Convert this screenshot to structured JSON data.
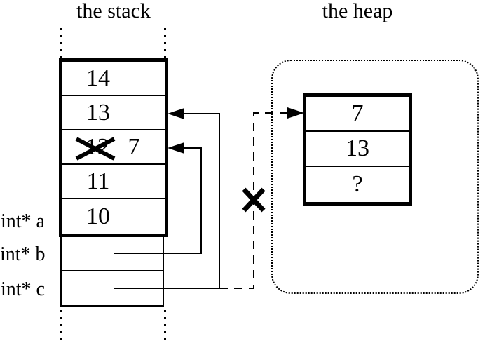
{
  "diagram": {
    "stack": {
      "title": "the stack",
      "cells": [
        "14",
        "13",
        "12",
        "11",
        "10"
      ],
      "crossed_out_cell": {
        "old_value": "12",
        "new_value": "7"
      },
      "variable_labels": [
        "int* a",
        "int* b",
        "int* c"
      ]
    },
    "heap": {
      "title": "the heap",
      "cells": [
        "7",
        "13",
        "?"
      ]
    },
    "colors": {
      "ink": "#000000",
      "background": "#ffffff"
    }
  }
}
